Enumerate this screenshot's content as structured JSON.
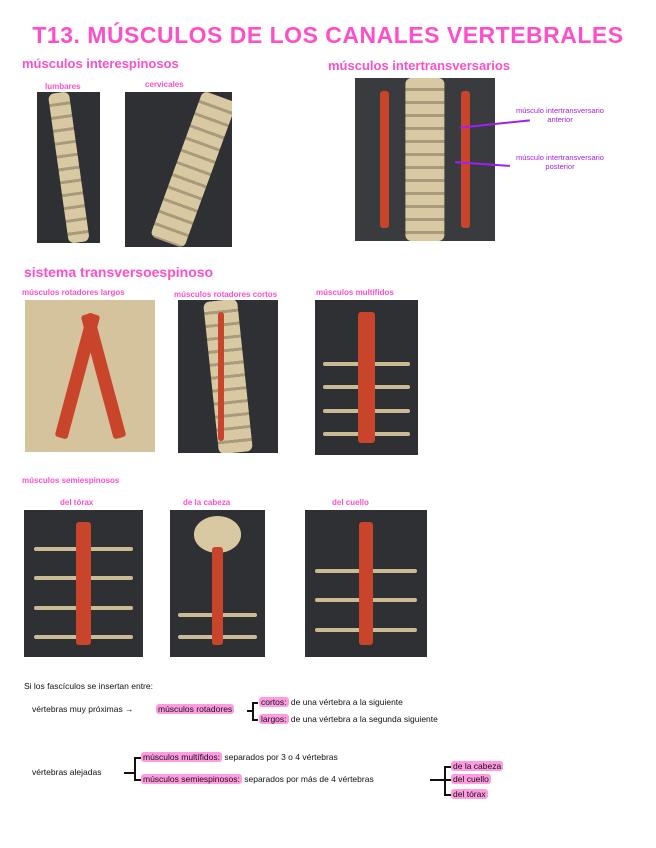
{
  "title": "T13. MÚSCULOS DE LOS CANALES VERTEBRALES",
  "interespinosos": {
    "heading": "músculos interespinosos",
    "labels": [
      "lumbares",
      "cervicales"
    ]
  },
  "intertransversarios": {
    "heading": "músculos intertransversarios",
    "anterior": "músculo intertransversario anterior",
    "posterior": "músculo intertransversario posterior"
  },
  "transversoespinoso": {
    "heading": "sistema transversoespinoso",
    "labels": [
      "músculos rotadores largos",
      "músculos rotadores cortos",
      "músculos multífidos"
    ]
  },
  "semiespinosos": {
    "heading": "músculos semiespinosos",
    "labels": [
      "del tórax",
      "de la cabeza",
      "del cuello"
    ]
  },
  "notes": {
    "intro": "Si los fascículos se insertan entre:",
    "proximas": "vértebras muy próximas →",
    "rotadores": "músculos rotadores",
    "cortos": "cortos:",
    "cortos_text": "de una vértebra a la siguiente",
    "largos": "largos:",
    "largos_text": "de una vértebra a la segunda siguiente",
    "alejadas": "vértebras alejadas",
    "multifidos": "músculos multífidos:",
    "multifidos_text": "separados por 3 o 4 vértebras",
    "semiespinosos": "músculos semiespinosos:",
    "semiespinosos_text": "separados por más de 4 vértebras",
    "branches": [
      "de la cabeza",
      "del cuello",
      "del tórax"
    ]
  },
  "colors": {
    "accent": "#ff4fc8",
    "highlight": "#ff9be0",
    "pointer": "#a020f0"
  }
}
